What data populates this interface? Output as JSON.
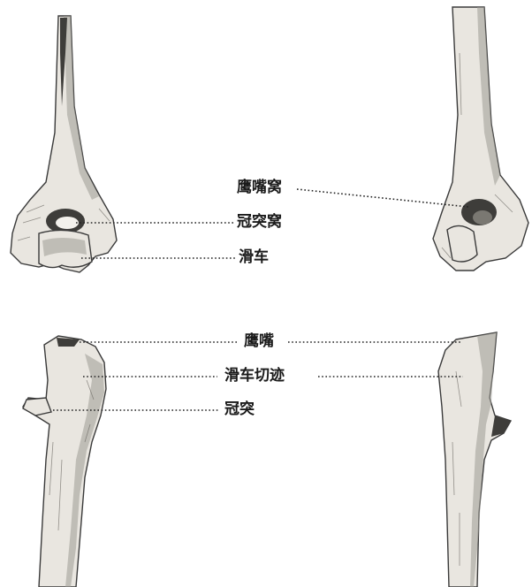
{
  "labels": {
    "olecranon_fossa": "鹰嘴窝",
    "coronoid_fossa": "冠突窝",
    "trochlea": "滑车",
    "olecranon": "鹰嘴",
    "trochlear_notch": "滑车切迹",
    "coronoid_process": "冠突"
  }
}
